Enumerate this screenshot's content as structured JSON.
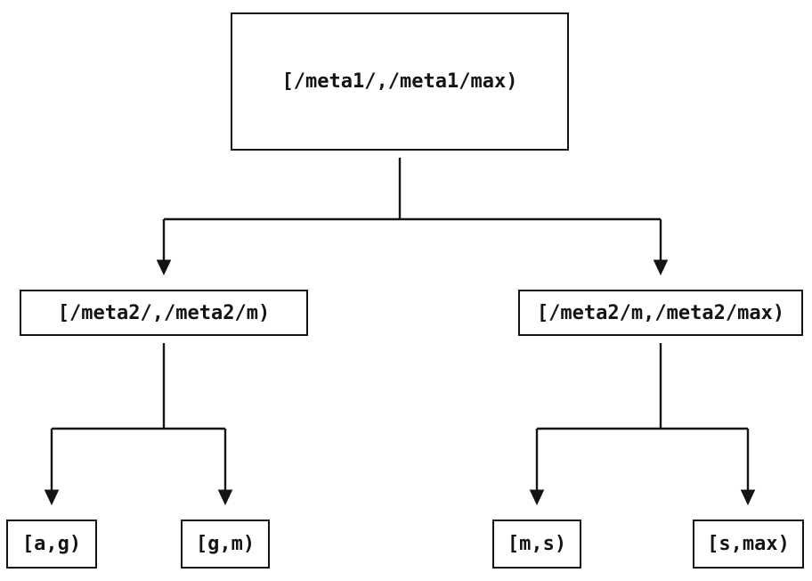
{
  "diagram": {
    "type": "tree",
    "background_color": "#ffffff",
    "line_color": "#141414",
    "nodes": [
      {
        "id": "root",
        "label": "[/meta1/,/meta1/max)",
        "level": 0
      },
      {
        "id": "meta2-left",
        "label": "[/meta2/,/meta2/m)",
        "level": 1
      },
      {
        "id": "meta2-right",
        "label": "[/meta2/m,/meta2/max)",
        "level": 1
      },
      {
        "id": "leaf-ag",
        "label": "[a,g)",
        "level": 2
      },
      {
        "id": "leaf-gm",
        "label": "[g,m)",
        "level": 2
      },
      {
        "id": "leaf-ms",
        "label": "[m,s)",
        "level": 2
      },
      {
        "id": "leaf-smax",
        "label": "[s,max)",
        "level": 2
      }
    ],
    "edges": [
      {
        "from": "root",
        "to": "meta2-left"
      },
      {
        "from": "root",
        "to": "meta2-right"
      },
      {
        "from": "meta2-left",
        "to": "leaf-ag"
      },
      {
        "from": "meta2-left",
        "to": "leaf-gm"
      },
      {
        "from": "meta2-right",
        "to": "leaf-ms"
      },
      {
        "from": "meta2-right",
        "to": "leaf-smax"
      }
    ]
  }
}
